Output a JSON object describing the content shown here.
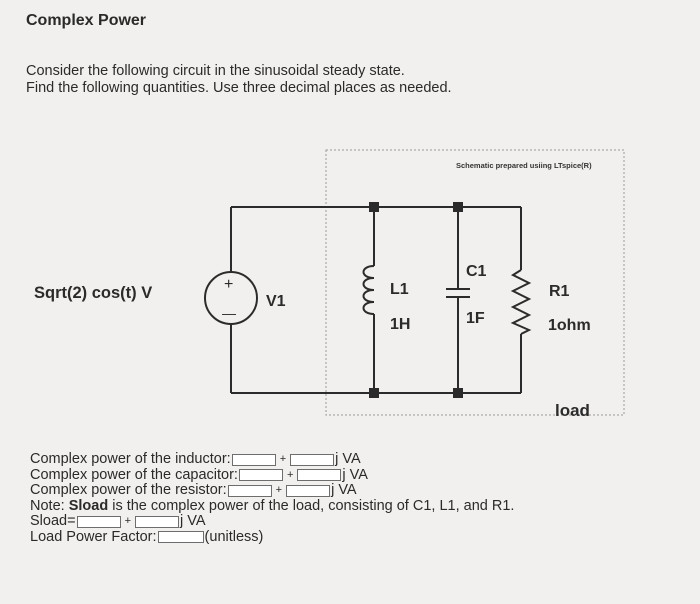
{
  "header": {
    "title": "Complex Power"
  },
  "intro": {
    "line1": "Consider the following circuit in the sinusoidal steady state.",
    "line2": "Find the following quantities. Use three decimal places as needed."
  },
  "schematic": {
    "caption": "Schematic prepared usiing LTspice(R)",
    "source_expr": "Sqrt(2) cos(t) V",
    "source_name": "V1",
    "plus_sign": "+",
    "minus_sign": "—",
    "inductor_name": "L1",
    "inductor_value": "1H",
    "capacitor_name": "C1",
    "capacitor_value": "1F",
    "resistor_name": "R1",
    "resistor_value": "1ohm",
    "load_label": "load"
  },
  "questions": {
    "inductor_label": "Complex power of the inductor:",
    "capacitor_label": "Complex power of the capacitor:",
    "resistor_label": "Complex power of the resistor:",
    "plus": "+",
    "unit_jva": "j VA",
    "note_prefix": "Note:",
    "note_bold": "Sload",
    "note_rest": "is the complex power of the load, consisting of C1, L1, and R1.",
    "sload_label": "Sload=",
    "pf_label": "Load Power Factor:",
    "pf_unit": "(unitless)",
    "inductor_real": "",
    "inductor_imag": "",
    "capacitor_real": "",
    "capacitor_imag": "",
    "resistor_real": "",
    "resistor_imag": "",
    "sload_real": "",
    "sload_imag": "",
    "pf_value": ""
  }
}
